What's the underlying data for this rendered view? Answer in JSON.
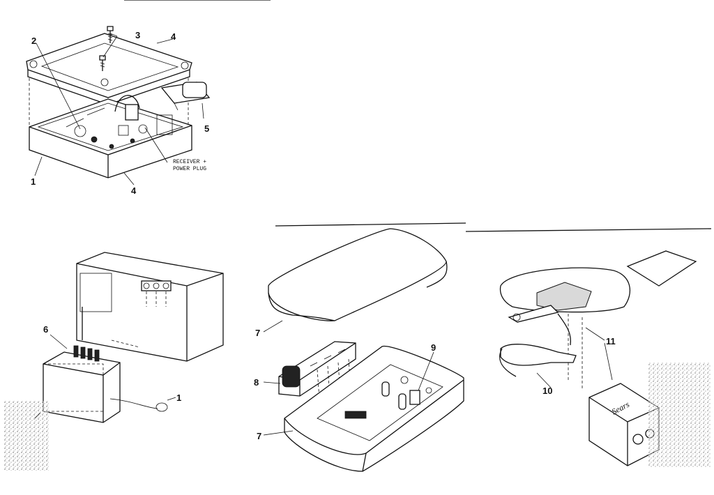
{
  "labels": {
    "c1a": "1",
    "c2": "2",
    "c3": "3",
    "c4a": "4",
    "c4b": "4",
    "c5": "5",
    "receiver_line1": "RECEIVER +",
    "receiver_line2": "POWER PLUG",
    "c6": "6",
    "c1b": "1",
    "c7a": "7",
    "c7b": "7",
    "c8": "8",
    "c9": "9",
    "c10": "10",
    "c11": "11",
    "battery_brand": "Sears"
  },
  "colors": {
    "line": "#111111",
    "paper": "#ffffff",
    "shade": "#d9d9d9"
  }
}
